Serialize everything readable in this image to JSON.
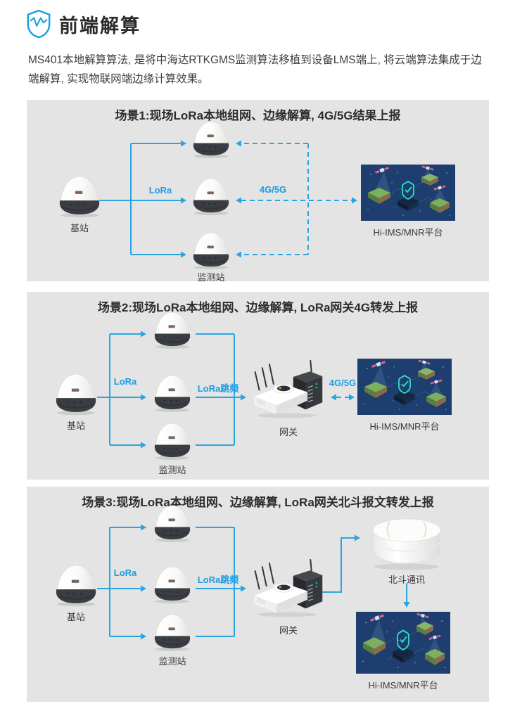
{
  "header": {
    "title": "前端解算",
    "icon": "shield-wave-icon"
  },
  "intro": "MS401本地解算算法, 是将中海达RTKGMS监测算法移植到设备LMS端上, 将云端算法集成于边端解算, 实现物联网端边缘计算效果。",
  "colors": {
    "accent_blue": "#199DE2",
    "wire_blue": "#2AA5E2",
    "panel_bg": "#E4E4E4",
    "platform_navy": "#1D3E6E",
    "title_dark": "#2D2D2D"
  },
  "scenarios": [
    {
      "title": "场景1:现场LoRa本地组网、边缘解算, 4G/5G结果上报",
      "base_station": "基站",
      "monitor_station": "监测站",
      "lora_label": "LoRa",
      "uplink_label": "4G/5G",
      "platform": "Hi-IMS/MNR平台"
    },
    {
      "title": "场景2:现场LoRa本地组网、边缘解算, LoRa网关4G转发上报",
      "base_station": "基站",
      "monitor_station": "监测站",
      "lora_label": "LoRa",
      "hop_label": "LoRa跳频",
      "gateway": "网关",
      "uplink_label": "4G/5G",
      "platform": "Hi-IMS/MNR平台"
    },
    {
      "title": "场景3:现场LoRa本地组网、边缘解算, LoRa网关北斗报文转发上报",
      "base_station": "基站",
      "monitor_station": "监测站",
      "lora_label": "LoRa",
      "hop_label": "LoRa跳频",
      "gateway": "网关",
      "beidou": "北斗通讯",
      "platform": "Hi-IMS/MNR平台"
    }
  ]
}
